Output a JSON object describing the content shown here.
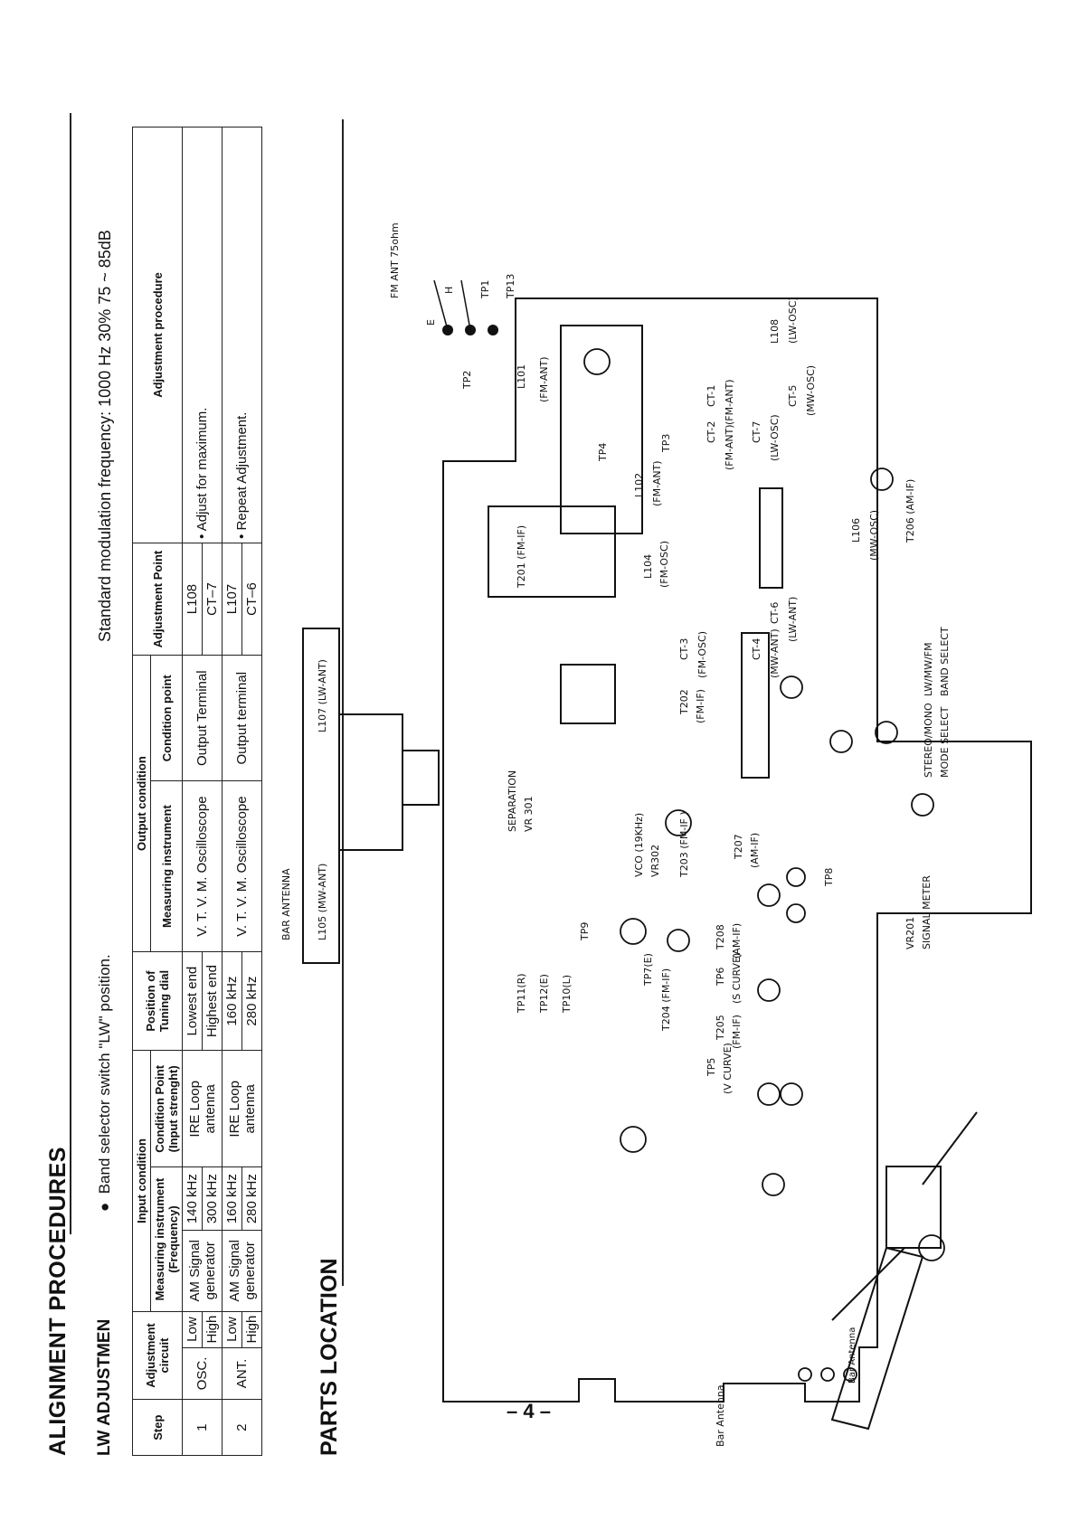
{
  "page_number": "– 4 –",
  "section1_title": "ALIGNMENT PROCEDURES",
  "section1_subtitle": "LW ADJUSTMEN",
  "band_note": "Band selector switch \"LW\" position.",
  "std_note": "Standard modulation frequency: 1000 Hz 30% 75 ~ 85dB",
  "table": {
    "headers": {
      "step": "Step",
      "circuit": "Adjustment circuit",
      "input": "Input condition",
      "meas_freq": "Measuring instrument (Frequency)",
      "cond_input": "Condition Point (Input strenght)",
      "tuning": "Position of Tuning dial",
      "output": "Output condition",
      "meas_inst": "Measuring instrument",
      "cond_point": "Condition point",
      "adj_point": "Adjustment Point",
      "procedure": "Adjustment procedure"
    },
    "rows": [
      {
        "step": "1",
        "circuit": "OSC.",
        "level": "Low",
        "gen": "AM Signal generator",
        "freq": "140 kHz",
        "cond": "IRE Loop antenna",
        "dial": "Lowest end",
        "inst": "V. T. V. M. Oscilloscope",
        "cpoint": "Output Terminal",
        "apoint": "L108",
        "proc": "• Adjust for maximum."
      },
      {
        "step": "",
        "circuit": "",
        "level": "High",
        "gen": "",
        "freq": "300 kHz",
        "cond": "",
        "dial": "Highest end",
        "inst": "",
        "cpoint": "",
        "apoint": "CT–7",
        "proc": ""
      },
      {
        "step": "2",
        "circuit": "ANT.",
        "level": "Low",
        "gen": "AM Signal generator",
        "freq": "160 kHz",
        "cond": "IRE Loop antenna",
        "dial": "160 kHz",
        "inst": "V. T. V. M. Oscilloscope",
        "cpoint": "Output terminal",
        "apoint": "L107",
        "proc": "• Repeat Adjustment."
      },
      {
        "step": "",
        "circuit": "",
        "level": "High",
        "gen": "",
        "freq": "280 kHz",
        "cond": "",
        "dial": "280 kHz",
        "inst": "",
        "cpoint": "",
        "apoint": "CT–6",
        "proc": ""
      }
    ]
  },
  "section2_title": "PARTS LOCATION",
  "labels": {
    "bar_antenna_title": "BAR   ANTENNA",
    "l105": "L105 (MW-ANT)",
    "l107": "L107  (LW-ANT)",
    "fm_ant": "FM ANT 75ohm",
    "e": "E",
    "h": "H",
    "tp1": "TP1",
    "tp13": "TP13",
    "tp2": "TP2",
    "l101": "L101",
    "l101b": "(FM-ANT)",
    "tp4": "TP4",
    "l102": "L102",
    "l102b": "(FM-ANT)",
    "tp3": "TP3",
    "ct2": "CT-2",
    "ct2b": "(FM-ANT)",
    "ct1": "CT-1",
    "ct1b": "(FM-ANT)",
    "l108": "L108",
    "l108b": "(LW-OSC)",
    "ct7": "CT-7",
    "ct7b": "(LW-OSC)",
    "ct5": "CT-5",
    "ct5b": "(MW-OSC)",
    "l106": "L106",
    "l106b": "(MW-OSC)",
    "t206": "T206 (AM-IF)",
    "band_select": "LW/MW/FM",
    "band_select2": "BAND SELECT",
    "t201": "T201 (FM-IF)",
    "l104": "L104",
    "l104b": "(FM-OSC)",
    "ct6": "CT-6",
    "ct6b": "(LW-ANT)",
    "ct4": "CT-4",
    "ct4b": "(MW-ANT)",
    "ct3": "CT-3",
    "ct3b": "(FM-OSC)",
    "t202": "T202",
    "t202b": "(FM-IF)",
    "stereo": "STEREO/MONO",
    "stereo2": "MODE SELECT",
    "separation": "SEPARATION",
    "vr301": "VR 301",
    "vco": "VCO (19KHz)",
    "vr302": "VR302",
    "t203": "T203 (FM-IF )",
    "t207": "T207",
    "t207b": "(AM-IF)",
    "tp8": "TP8",
    "tp9": "TP9",
    "tp7": "TP7(E)",
    "t204": "T204 (FM-IF)",
    "t208": "T208",
    "t208b": "(AM-IF)",
    "tp6": "TP6",
    "tp6b": "(S CURVE)",
    "t205": "T205",
    "t205b": "(FM-IF)",
    "vr201": "VR201",
    "signal_meter": "SIGNAL  METER",
    "tp11": "TP11(R)",
    "tp12": "TP12(E)",
    "tp10": "TP10(L)",
    "tp5": "TP5",
    "tp5b": "(V CURVE)",
    "bar_antenna_caption": "Bar Antenna",
    "bar_antenna_small": "Bar Antenna"
  }
}
